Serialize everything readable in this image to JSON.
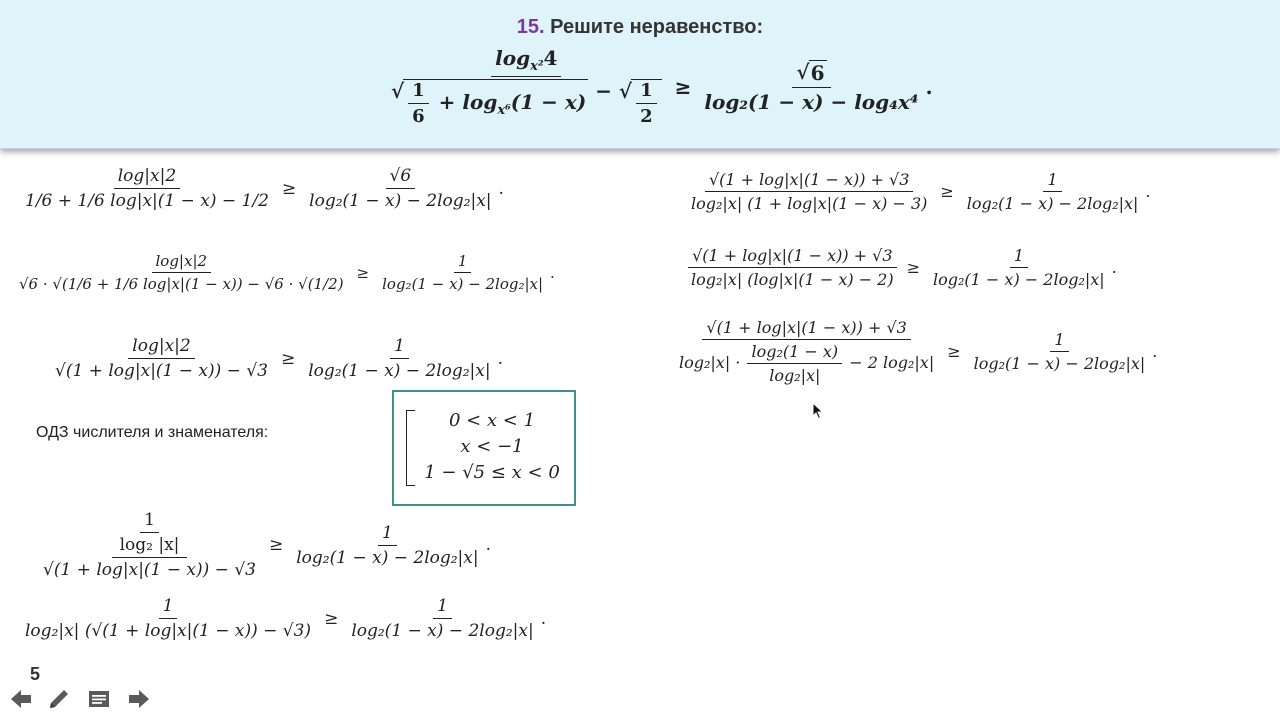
{
  "header": {
    "task_number": "15.",
    "task_text": "Решите неравенство:",
    "main_inequality": {
      "lhs_num": "log",
      "lhs_num_base": "x²",
      "lhs_num_arg": "4",
      "lhs_den_term1_num": "1",
      "lhs_den_term1_den": "6",
      "lhs_den_term2": "+ log",
      "lhs_den_term2_base": "x⁶",
      "lhs_den_term2_arg": "(1 − x)",
      "lhs_den_minus": "−",
      "lhs_den_term3_num": "1",
      "lhs_den_term3_den": "2",
      "relation": "≥",
      "rhs_num": "6",
      "rhs_den": "log₂(1 − x) − log₄x⁴",
      "end": "."
    }
  },
  "steps_left": [
    {
      "lhs_num": "log|x|2",
      "lhs_den": "1/6 + 1/6 log|x|(1 − x) − 1/2",
      "relation": "≥",
      "rhs_num": "√6",
      "rhs_den": "log₂(1 − x) − 2log₂|x|",
      "end": "."
    },
    {
      "lhs_num": "log|x|2",
      "lhs_den": "√6 · √(1/6 + 1/6 log|x|(1 − x)) − √6 · √(1/2)",
      "relation": "≥",
      "rhs_num": "1",
      "rhs_den": "log₂(1 − x) − 2log₂|x|",
      "end": "."
    },
    {
      "lhs_num": "log|x|2",
      "lhs_den": "√(1 + log|x|(1 − x)) − √3",
      "relation": "≥",
      "rhs_num": "1",
      "rhs_den": "log₂(1 − x) − 2log₂|x|",
      "end": "."
    }
  ],
  "odz": {
    "label": "ОДЗ числителя и знаменателя:",
    "conditions": [
      "0 < x < 1",
      "x < −1",
      "1 − √5 ≤ x < 0"
    ]
  },
  "steps_bottom": [
    {
      "lhs_num_num": "1",
      "lhs_num_den": "log₂ |x|",
      "lhs_den": "√(1 + log|x|(1 − x)) − √3",
      "relation": "≥",
      "rhs_num": "1",
      "rhs_den": "log₂(1 − x) − 2log₂|x|",
      "end": "."
    },
    {
      "lhs_num": "1",
      "lhs_den": "log₂|x| (√(1 + log|x|(1 − x)) − √3)",
      "relation": "≥",
      "rhs_num": "1",
      "rhs_den": "log₂(1 − x) − 2log₂|x|",
      "end": "."
    }
  ],
  "steps_right": [
    {
      "lhs_num": "√(1 + log|x|(1 − x)) + √3",
      "lhs_den": "log₂|x| (1 + log|x|(1 − x) − 3)",
      "relation": "≥",
      "rhs_num": "1",
      "rhs_den": "log₂(1 − x) − 2log₂|x|",
      "end": "."
    },
    {
      "lhs_num": "√(1 + log|x|(1 − x)) + √3",
      "lhs_den": "log₂|x| (log|x|(1 − x) − 2)",
      "relation": "≥",
      "rhs_num": "1",
      "rhs_den": "log₂(1 − x) − 2log₂|x|",
      "end": "."
    },
    {
      "lhs_num": "√(1 + log|x|(1 − x)) + √3",
      "lhs_den_pre": "log₂|x| ·",
      "lhs_den_frac_num": "log₂(1 − x)",
      "lhs_den_frac_den": "log₂|x|",
      "lhs_den_post": "− 2 log₂|x|",
      "relation": "≥",
      "rhs_num": "1",
      "rhs_den": "log₂(1 − x) − 2log₂|x|",
      "end": "."
    }
  ],
  "footer": {
    "page_number": "5",
    "icons": [
      "arrow-left-icon",
      "pen-icon",
      "notes-icon",
      "arrow-right-icon"
    ]
  }
}
